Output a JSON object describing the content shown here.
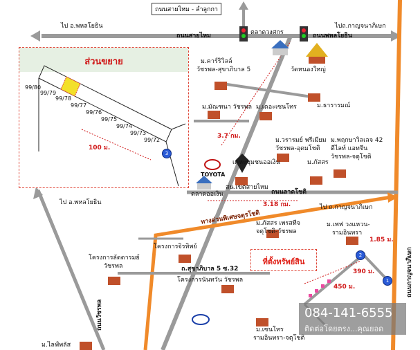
{
  "colors": {
    "road_gray": "#9a9a9a",
    "road_orange": "#f08a2a",
    "label_red": "#d01818",
    "building": "#c0502a",
    "inset_header": "#e6f0e3",
    "phone_bg": "#7a7a7a",
    "marker_blue": "#2a5bd7"
  },
  "icons": {
    "traffic_light": "traffic-light-icon",
    "building": "building-icon",
    "temple": "temple-icon",
    "market": "market-icon",
    "toyota": "toyota-logo-icon",
    "garuda": "garuda-icon",
    "esso": "esso-logo-icon"
  },
  "header": {
    "top_road_box": "ถนนสายไหม - ลำลูกกา"
  },
  "roads": {
    "to_phahonyothin_top": "ไป อ.พหลโยธิน",
    "sai_mai_road": "ถนนสายไหม",
    "market_junction": "ตลาดวงศกร",
    "phahonyothin_main": "ถนนพหลโยธิน",
    "to_kanchanaphisek_top": "ไปถ.กาญจนาภิเษก",
    "khlong_nueng_temple": "วัดหนองใหญ่",
    "to_phahonyothin_left": "ไป อ.พหลโยธิน",
    "lam_luk_ka_road": "ถนนลาดโชติ",
    "to_kanchanaphisek_mid": "ไป ถ.กาญจนาภิเษก",
    "expressway": "ทางด่วนพิเศษจตุรโชติ",
    "soi_sukhaphiban": "ถ.สุขาภิบาล 5 ซ.32",
    "left_vertical": "ถนนวัชรพล",
    "right_vertical": "ถนนกาญจนาภิเษก",
    "left_bottom": "ม.ไลฟ์พลัส"
  },
  "distances": {
    "d_3_7": "3.7 กม.",
    "d_3_18": "3.18 กม.",
    "d_1_85": "1.85 ม.",
    "d_390": "390 ม.",
    "d_450": "450 ม.",
    "inset_100": "100 ม."
  },
  "places": {
    "caprice": "ม.คาร์ริวิลล์",
    "caprice_sub": "วัชรพล-สุขาภิบาล 5",
    "thanarom": "ม.ธารารมณ์",
    "manthana": "ม.มัณฑนา วัชรพล",
    "the_connect": "ม.เดอะเซนโทร",
    "varamon": "ม.วรารมย์ พรีเมียม",
    "varamon_sub": "วัชรพล-อุดมโชติ",
    "kasorn": "ม.ภัสสร",
    "pruksa": "ม.พฤกษาวิลเลจ 42",
    "pruksa_sub": "ดีไลท์ แอทจีน",
    "pruksa_sub2": "วัชรพล-จตุโชติ",
    "toyota_label": "TOYOTA",
    "ae_on_market": "ตลาดออเงิน",
    "community": "เคหะชุมชนออเงิน",
    "police": "สน.เขตสายไหม",
    "pasorn_prestige": "ม.ภัสสร เพรสทีจ",
    "pasorn_sub": "จตุโชติ-วัชรพล",
    "the_plant": "ม.เพฟ วงแหวน-",
    "the_plant_sub": "รามอินทรา",
    "chiraphat": "โครงการจิรทิพย์",
    "ladda": "โครงการลัดดารมย์",
    "ladda_sub": "วัชรพล",
    "nanthawan": "โครงการนันทวัน วัชรพล",
    "centro": "ม.เซนโทร",
    "centro_sub": "รามอินทรา-จตุโชติ"
  },
  "inset": {
    "title": "ส่วนขยาย",
    "plots": [
      "99/80",
      "99/79",
      "99/78",
      "99/77",
      "99/76",
      "99/75",
      "99/74",
      "99/73",
      "99/72"
    ]
  },
  "callout": {
    "property": "ที่ตั้งทรัพย์สิน"
  },
  "markers": {
    "m1": "1",
    "m2": "2",
    "m3": "3"
  },
  "phone": {
    "number": "084-141-6555",
    "subtitle": "ติดต่อโดยตรง...คุณยอด"
  }
}
